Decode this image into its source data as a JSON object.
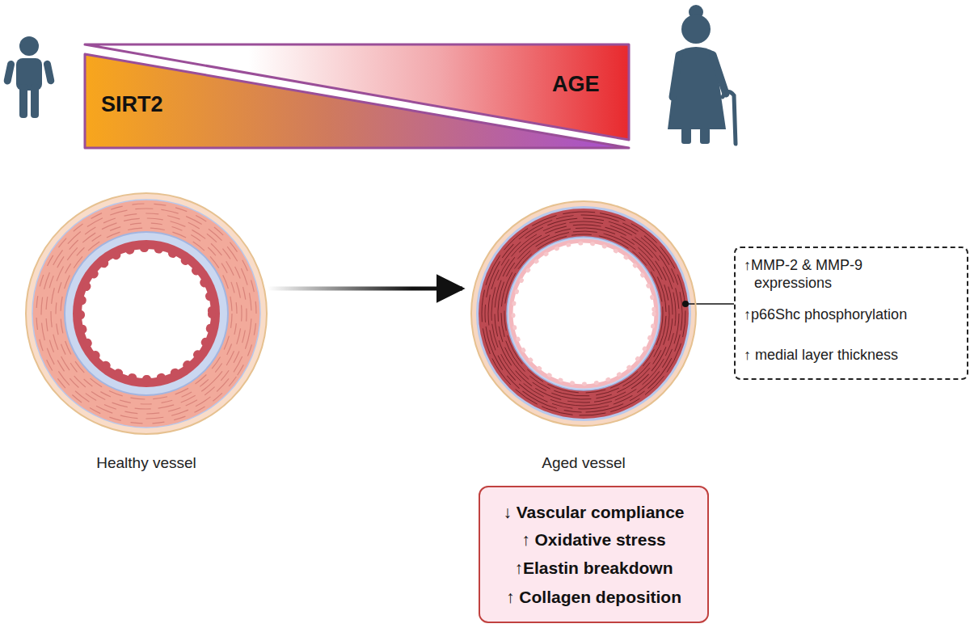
{
  "diagram": {
    "nodes": [
      {
        "text": [
          "SIRT2"
        ]
      },
      {
        "text": [
          "AGE"
        ]
      },
      {
        "text": [
          "Healthy vessel"
        ]
      },
      {
        "text": [
          "Aged vessel"
        ]
      },
      {
        "text": [
          "↑MMP-2 & MMP-9 expressions",
          "↑p66Shc phosphorylation",
          "↑ medial layer thickness"
        ]
      },
      {
        "text": [
          "↓ Vascular compliance",
          "↑ Oxidative stress",
          "↑Elastin breakdown",
          "↑ Collagen deposition"
        ]
      }
    ],
    "edges": [
      {
        "from": 2,
        "to": 3,
        "arrow": "to"
      },
      {
        "from": 3,
        "to": 4,
        "arrow": "none"
      }
    ]
  }
}
